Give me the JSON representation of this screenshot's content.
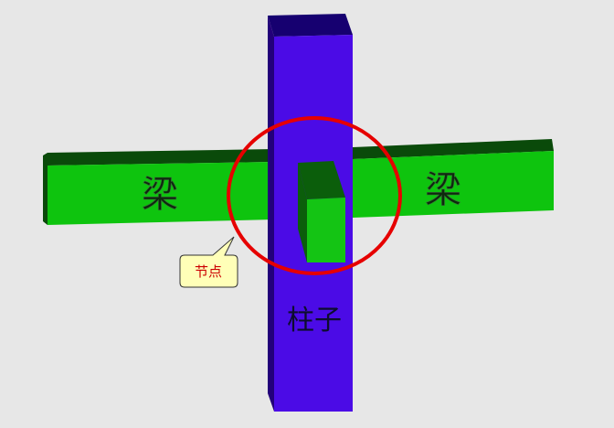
{
  "labels": {
    "beam_left": "梁",
    "beam_right": "梁",
    "column": "柱子",
    "joint": "节点"
  },
  "colors": {
    "background": "#e7e7e7",
    "beam_front": "#0ec40e",
    "beam_top": "#0a4a0a",
    "column_front": "#4b0be6",
    "column_side": "#23007a",
    "column_top": "#160070",
    "joint_cube_front": "#14c414",
    "joint_cube_side": "#0b5e0b",
    "highlight_circle": "#e60000",
    "callout_fill": "#ffffb8",
    "callout_border": "#333333"
  }
}
